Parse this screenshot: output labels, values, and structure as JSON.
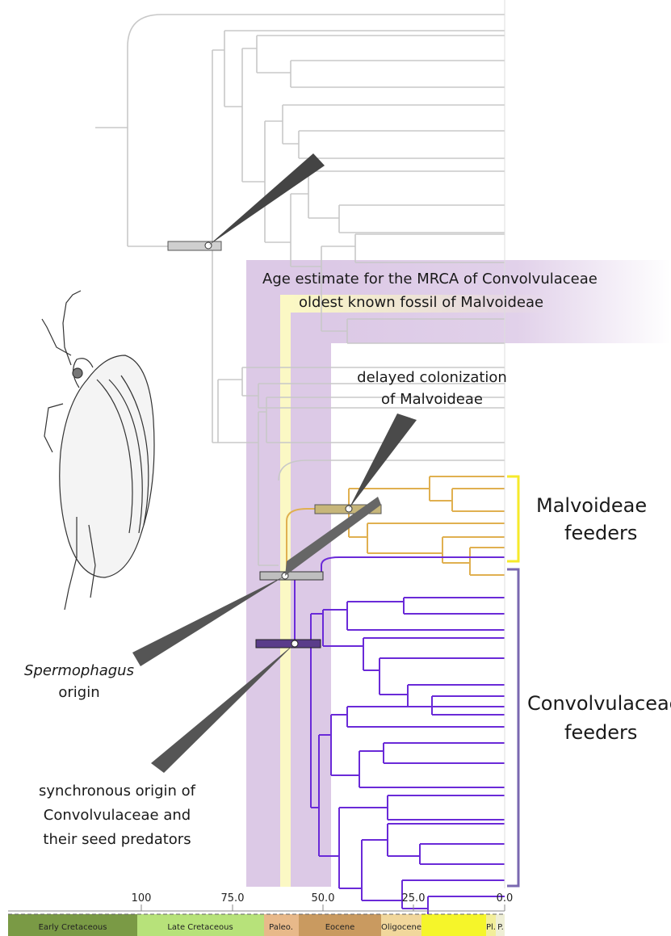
{
  "annotations": {
    "age_estimate": "Age estimate for the MRCA of Convolvulaceae",
    "oldest_fossil": "oldest known fossil of Malvoideae",
    "delayed_line1": "delayed colonization",
    "delayed_line2": "of Malvoideae",
    "spermophagus_line1": "Spermophagus",
    "spermophagus_line2": "origin",
    "sync_line1": "synchronous origin of",
    "sync_line2": "Convolvulaceae and",
    "sync_line3": "their seed predators"
  },
  "clades": {
    "malvoideae_line1": "Malvoideae",
    "malvoideae_line2": "feeders",
    "convolvulaceae_line1": "Convolvulaceae",
    "convolvulaceae_line2": "feeders"
  },
  "time_axis": {
    "ticks": [
      "100",
      "75.0",
      "50.0",
      "25.0",
      "0.0"
    ],
    "periods": [
      {
        "label": "Early Cretaceous",
        "color": "#7a9a45"
      },
      {
        "label": "Late Cretaceous",
        "color": "#b7e27a"
      },
      {
        "label": "Paleo.",
        "color": "#e8b98a"
      },
      {
        "label": "Eocene",
        "color": "#c99a60"
      },
      {
        "label": "Oligocene",
        "color": "#f1d79c"
      },
      {
        "label": "",
        "color": "#f5f52a"
      },
      {
        "label": "Pl.",
        "color": "#f2ee9a"
      },
      {
        "label": "P.",
        "color": "#efefd6"
      }
    ]
  },
  "colors": {
    "grey_tree": "#c8c8c8",
    "malvoideae": "#e0b050",
    "convolvulaceae": "#6a2ad8",
    "purple_band": "#dcc9e6",
    "yellow_band": "#fbf8c4",
    "malvoideae_bracket": "#f6ea2a",
    "convolvulaceae_bracket": "#7a68b0"
  },
  "icons": [
    "beetle-illustration"
  ]
}
